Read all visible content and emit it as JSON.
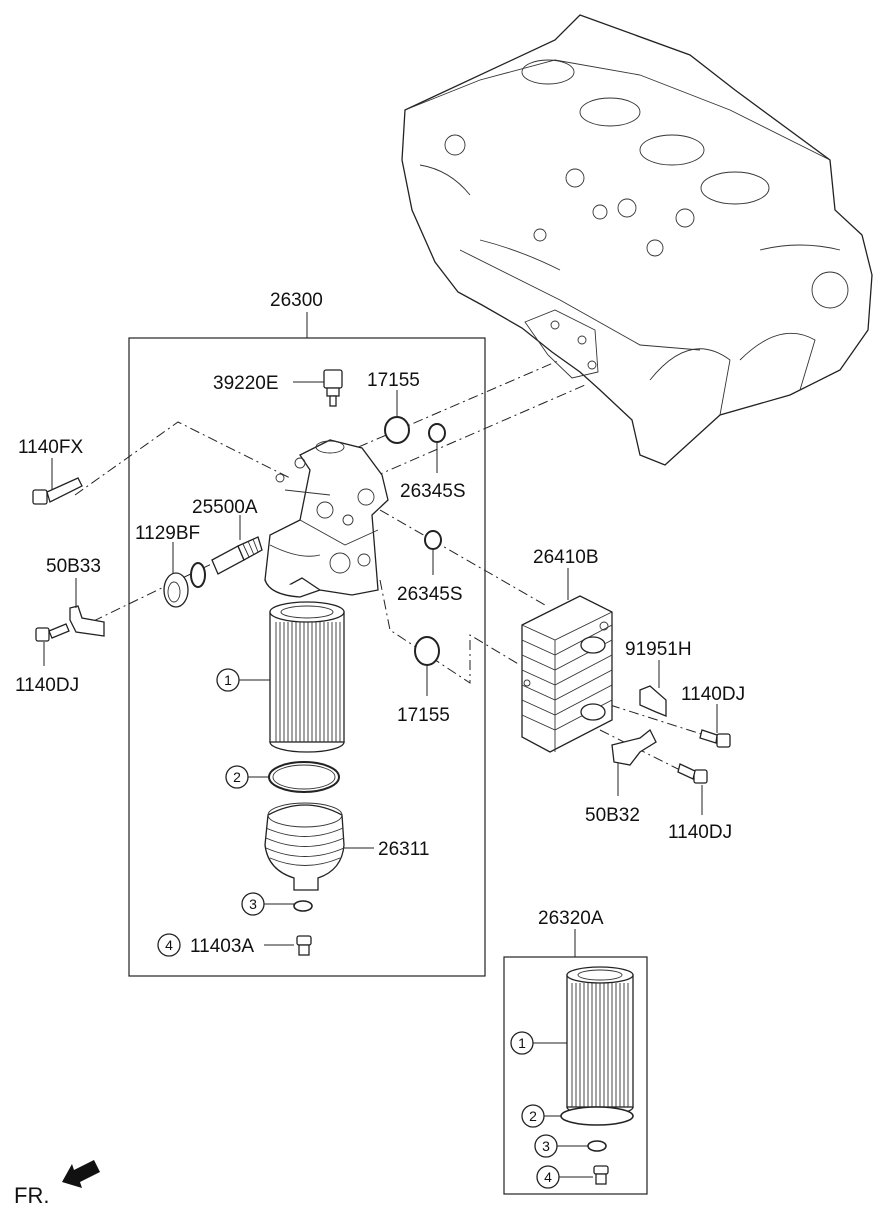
{
  "diagram": {
    "labels": {
      "assy_26300": "26300",
      "sensor_39220E": "39220E",
      "oring_17155_top": "17155",
      "oring_26345S_top": "26345S",
      "bolt_1140FX": "1140FX",
      "valve_25500A": "25500A",
      "plug_1129BF": "1129BF",
      "bracket_50B33": "50B33",
      "bolt_1140DJ_left": "1140DJ",
      "oring_26345S_mid": "26345S",
      "cooler_26410B": "26410B",
      "bracket_91951H": "91951H",
      "bolt_1140DJ_right_top": "1140DJ",
      "oring_17155_bottom": "17155",
      "bracket_50B32": "50B32",
      "bolt_1140DJ_right_bottom": "1140DJ",
      "cap_26311": "26311",
      "plug_11403A": "11403A",
      "kit_26320A": "26320A",
      "front_marker": "FR."
    },
    "callouts": {
      "c1": "1",
      "c2": "2",
      "c3": "3",
      "c4": "4",
      "k1": "1",
      "k2": "2",
      "k3": "3",
      "k4": "4"
    }
  }
}
